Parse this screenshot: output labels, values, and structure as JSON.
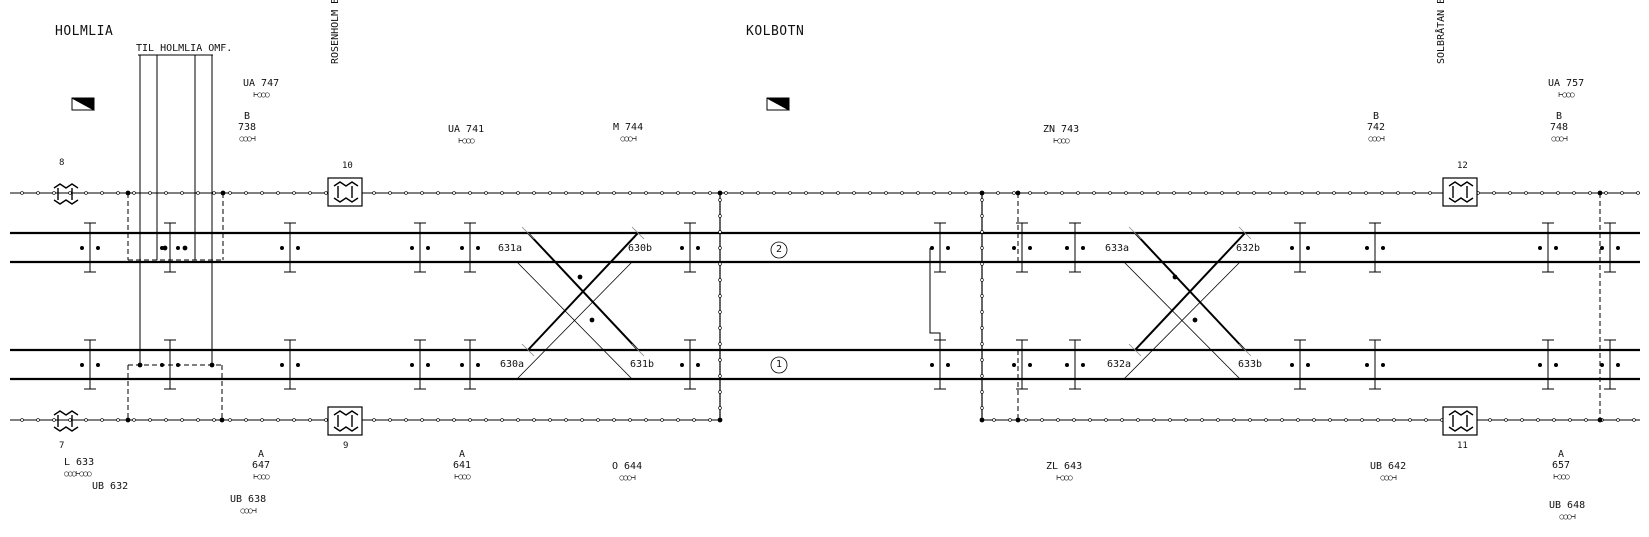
{
  "stations": {
    "holmlia": "HOLMLIA",
    "kolbotn": "KOLBOTN",
    "til_holmlia": "TIL HOLMLIA OMF.",
    "rosenholm": "ROSENHOLM B",
    "solbraten": "SOLBRÅTAN BR"
  },
  "track_circles": {
    "t2": "2",
    "t1": "1"
  },
  "points": [
    "631a",
    "630b",
    "630a",
    "631b",
    "633a",
    "632b",
    "632a",
    "633b"
  ],
  "boxes": [
    "8",
    "10",
    "12",
    "7",
    "9",
    "11"
  ],
  "signals_top": [
    {
      "line1": "UA 747",
      "line2": "",
      "lamp": "⊢○○○"
    },
    {
      "line1": "B",
      "line2": "738",
      "lamp": "○○○⊣"
    },
    {
      "line1": "UA 741",
      "line2": "",
      "lamp": "⊢○○○"
    },
    {
      "line1": "M 744",
      "line2": "",
      "lamp": "○○○⊣"
    },
    {
      "line1": "ZN 743",
      "line2": "",
      "lamp": "⊢○○○"
    },
    {
      "line1": "B",
      "line2": "742",
      "lamp": "○○○⊣"
    },
    {
      "line1": "UA 757",
      "line2": "",
      "lamp": "⊢○○○"
    },
    {
      "line1": "B",
      "line2": "748",
      "lamp": "○○○⊣"
    }
  ],
  "signals_bottom": [
    {
      "line1": "L 633",
      "line2": "",
      "lamp": "○○○⊢○○○"
    },
    {
      "line1": "UB 632",
      "line2": "",
      "lamp": ""
    },
    {
      "line1": "A",
      "line2": "647",
      "lamp": "⊢○○○"
    },
    {
      "line1": "UB 638",
      "line2": "",
      "lamp": "○○○⊣"
    },
    {
      "line1": "A",
      "line2": "641",
      "lamp": "⊢○○○"
    },
    {
      "line1": "O 644",
      "line2": "",
      "lamp": "○○○⊣"
    },
    {
      "line1": "ZL 643",
      "line2": "",
      "lamp": "⊢○○○"
    },
    {
      "line1": "UB 642",
      "line2": "",
      "lamp": "○○○⊣"
    },
    {
      "line1": "A",
      "line2": "657",
      "lamp": "⊢○○○"
    },
    {
      "line1": "UB 648",
      "line2": "",
      "lamp": "○○○⊣"
    }
  ]
}
